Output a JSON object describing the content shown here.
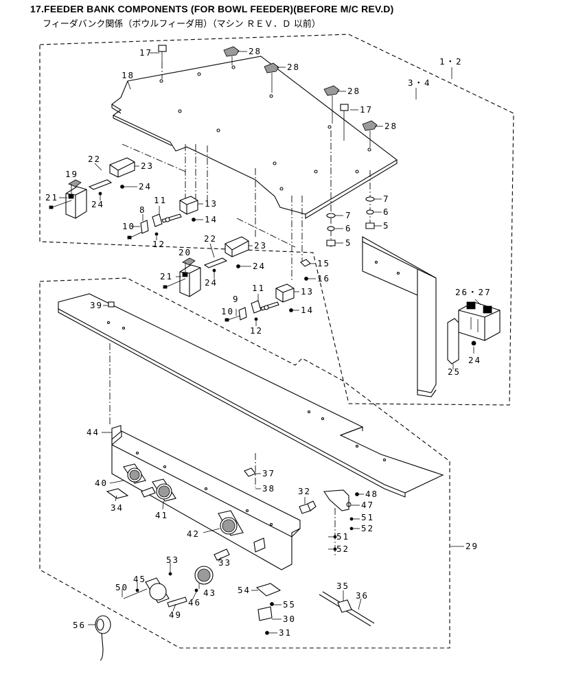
{
  "header": {
    "title": "17.FEEDER BANK COMPONENTS (FOR BOWL FEEDER)(BEFORE M/C REV.D)",
    "subtitle": "フィーダバンク関係（ボウルフィーダ用）（マシン ＲＥＶ．Ｄ 以前）"
  },
  "callouts": {
    "p17a": "17",
    "p28a": "28",
    "p28b": "28",
    "p28c": "28",
    "p17b": "17",
    "p28d": "28",
    "p1_2": "1・2",
    "p3_4": "3・4",
    "p18": "18",
    "p22a": "22",
    "p23a": "23",
    "p19": "19",
    "p24a": "24",
    "p21a": "21",
    "p24b": "24",
    "p8": "8",
    "p11a": "11",
    "p13a": "13",
    "p10a": "10",
    "p14a": "14",
    "p12a": "12",
    "p7a": "7",
    "p6a": "6",
    "p5a": "5",
    "p7b": "7",
    "p6b": "6",
    "p5b": "5",
    "p22b": "22",
    "p23b": "23",
    "p20": "20",
    "p24c": "24",
    "p21b": "21",
    "p24d": "24",
    "p15": "15",
    "p16": "16",
    "p9": "9",
    "p11b": "11",
    "p13b": "13",
    "p10b": "10",
    "p14b": "14",
    "p12b": "12",
    "p39": "39",
    "p26_27": "26・27",
    "p24e": "24",
    "p25": "25",
    "p44": "44",
    "p37": "37",
    "p38": "38",
    "p40": "40",
    "p34": "34",
    "p41": "41",
    "p32": "32",
    "p48": "48",
    "p47": "47",
    "p51a": "51",
    "p52a": "52",
    "p42": "42",
    "p51b": "51",
    "p52b": "52",
    "p29": "29",
    "p53": "53",
    "p33": "33",
    "p45": "45",
    "p50": "50",
    "p43": "43",
    "p46": "46",
    "p49": "49",
    "p54": "54",
    "p55": "55",
    "p30": "30",
    "p31": "31",
    "p35": "35",
    "p36": "36",
    "p56": "56"
  }
}
